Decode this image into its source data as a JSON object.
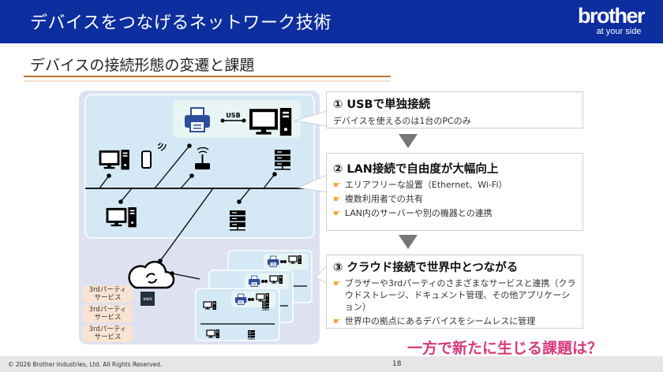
{
  "header": {
    "title": "デバイスをつなげるネットワーク技術",
    "logo_text": "brother",
    "logo_tagline": "at your side",
    "color": "#0d2e9e"
  },
  "subtitle": "デバイスの接続形態の変遷と課題",
  "diagram": {
    "usb_label": "USB",
    "aws_label": "aws",
    "third_party": [
      {
        "line1": "3rdパーティ",
        "line2": "サービス"
      },
      {
        "line1": "3rdパーティ",
        "line2": "サービス"
      },
      {
        "line1": "3rdパーティ",
        "line2": "サービス"
      }
    ]
  },
  "steps": [
    {
      "title": "① USBで単独接続",
      "text": "デバイスを使えるのは1台のPCのみ"
    },
    {
      "title": "② LAN接続で自由度が大幅向上",
      "bullets": [
        "エリアフリーな設置（Ethernet、Wi-Fi）",
        "複数利用者での共有",
        "LAN内のサーバーや別の機器との連携"
      ]
    },
    {
      "title": "③ クラウド接続で世界中とつながる",
      "bullets": [
        "ブラザーや3rdパーティのさまざまなサービスと連携（クラウドストレージ、ドキュメント管理、その他アプリケーション）",
        "世界中の拠点にあるデバイスをシームレスに管理"
      ]
    }
  ],
  "bullet_icon": "pointing-hand-icon",
  "question": "一方で新たに生じる課題は？",
  "footer": {
    "copyright": "© 2026 Brother Industries, Ltd. All Rights Reserved.",
    "page": "18"
  }
}
